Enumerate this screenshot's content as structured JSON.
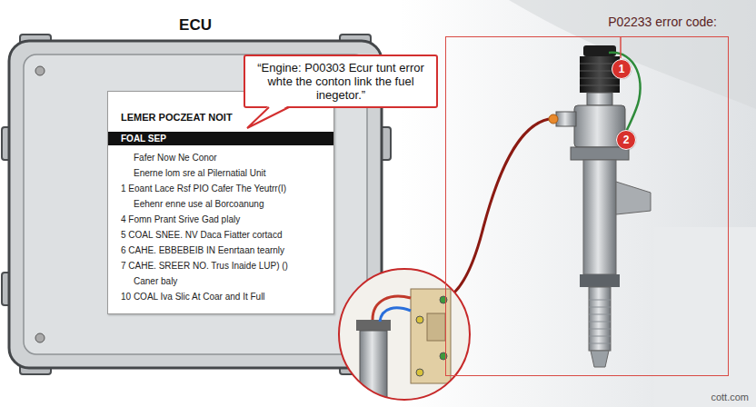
{
  "diagram": {
    "nodes": [
      {
        "text": [
          "ECU"
        ]
      },
      {
        "text": [
          "LEMER POCZEAT NOIT",
          "Fafer Now Ne Conor",
          "Enerne lom sre al Pilernatial Unit",
          "1 Eoant Lace Rsf PIO Cafer The Yeutrr(I)",
          "Eehenr enne use al Borcoanung",
          "4 Fomn Prant Srive Gad plaly",
          "5 COAL SNEE. NV Daca Fiatter cortacd",
          "6 CAHE. EBBEBEIB IN Eenrtaan tearnly",
          "7 CAHE. SREER NO. Trus Inaide LUP) ()",
          "Caner baly",
          "10 COAL Iva Slic At Coar and It Full"
        ],
        "in": 0
      },
      {
        "text": [
          "FOAL SEP"
        ],
        "in": 1
      },
      {
        "text": [
          "“Engine: P00303 Ecur tunt error whte the conton link the fuel inegetor.”"
        ]
      },
      {
        "text": [
          "P02233 error code:"
        ]
      },
      {
        "text": [
          "1"
        ],
        "in": 4
      },
      {
        "text": [
          "2"
        ],
        "in": 4
      }
    ],
    "labels": [
      "cott.com"
    ]
  }
}
